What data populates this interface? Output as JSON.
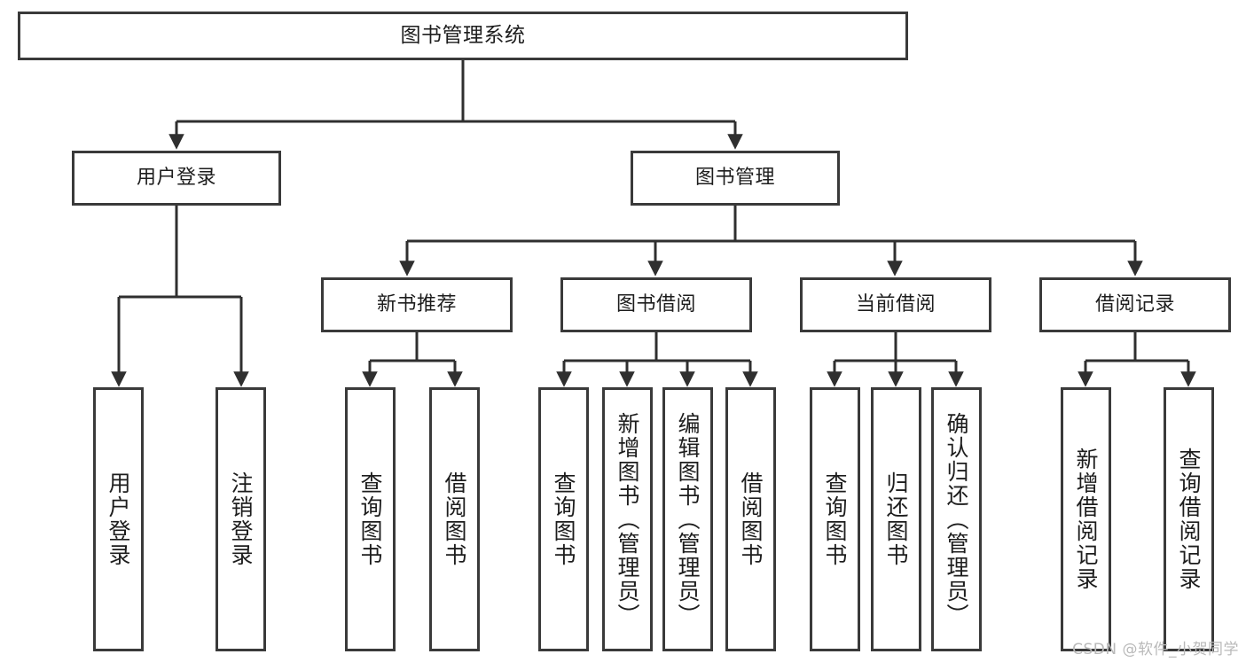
{
  "diagram": {
    "title": "图书管理系统",
    "type": "tree-hierarchy-diagram",
    "watermark": "CSDN @软件_小贺同学",
    "colors": {
      "box_border": "#3a3a3a",
      "box_fill": "#ffffff",
      "edge": "#2f2f2f",
      "text": "#1d1d1d",
      "watermark": "#b9b9b9"
    }
  },
  "nodes": {
    "root": {
      "label": "图书管理系统"
    },
    "level2": [
      {
        "label": "用户登录"
      },
      {
        "label": "图书管理"
      }
    ],
    "level3": [
      {
        "label": "新书推荐"
      },
      {
        "label": "图书借阅"
      },
      {
        "label": "当前借阅"
      },
      {
        "label": "借阅记录"
      }
    ],
    "leaves": {
      "user_login": [
        {
          "label": "用户登录"
        },
        {
          "label": "注销登录"
        }
      ],
      "new_book_recommend": [
        {
          "label": "查询图书"
        },
        {
          "label": "借阅图书"
        }
      ],
      "book_borrow": [
        {
          "label": "查询图书"
        },
        {
          "label": "新增图书（管理员）"
        },
        {
          "label": "编辑图书（管理员）"
        },
        {
          "label": "借阅图书"
        }
      ],
      "current_borrow": [
        {
          "label": "查询图书"
        },
        {
          "label": "归还图书"
        },
        {
          "label": "确认归还（管理员）"
        }
      ],
      "borrow_record": [
        {
          "label": "新增借阅记录"
        },
        {
          "label": "查询借阅记录"
        }
      ]
    }
  }
}
